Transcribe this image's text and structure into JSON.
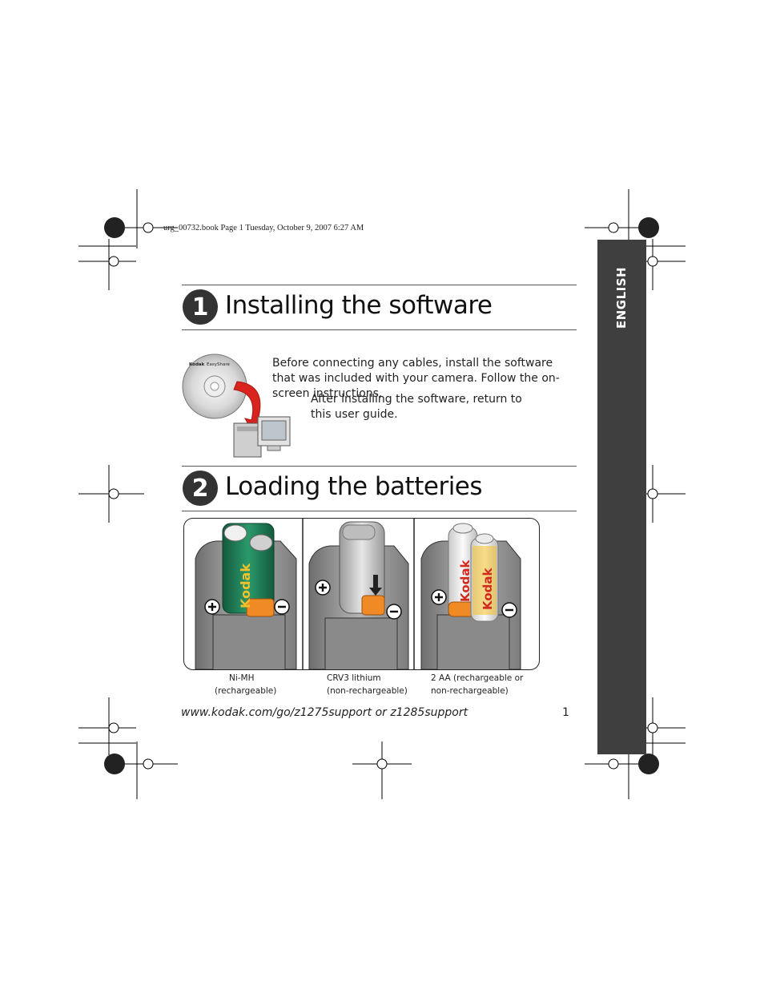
{
  "print_info": "urg_00732.book  Page 1  Tuesday, October 9, 2007  6:27 AM",
  "side_tab": {
    "label": "ENGLISH"
  },
  "section1": {
    "number": "1",
    "title": "Installing the software",
    "paragraph": "Before connecting any cables, install the software that was included with your camera. Follow the on-screen instructions.",
    "note": "After installing the software, return to this user guide.",
    "cd_brand": "Kodak",
    "cd_product": "EasyShare"
  },
  "section2": {
    "number": "2",
    "title": "Loading the batteries",
    "battery_brand": "Kodak",
    "captions": [
      {
        "line1": "Ni-MH",
        "line2": "(rechargeable)"
      },
      {
        "line1": "CRV3 lithium",
        "line2": "(non-rechargeable)"
      },
      {
        "line1": "2 AA (rechargeable or",
        "line2": "non-rechargeable)"
      }
    ]
  },
  "footer": {
    "url": "www.kodak.com/go/z1275support or z1285support",
    "page_number": "1"
  },
  "colors": {
    "tab_bg": "#3f3f3f",
    "step_circle": "#333333",
    "arrow_red": "#d8241c",
    "nimh_green": "#1f7a55",
    "battery_orange": "#f08a24",
    "kodak_red": "#d12a1e",
    "kodak_yellow": "#f5c12a"
  }
}
